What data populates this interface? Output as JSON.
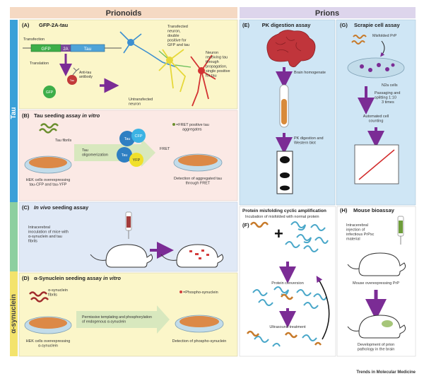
{
  "headers": {
    "prionoids": "Prionoids",
    "prions": "Prions"
  },
  "side_labels": {
    "tau": "Tau",
    "alpha_synuclein": "α-synuclein"
  },
  "panel_a": {
    "letter": "(A)",
    "title": "GFP-2A-tau",
    "transfection": "Transfection",
    "gene_gfp": "GFP",
    "gene_2a": "2A",
    "gene_tau": "Tau",
    "translation": "Translation",
    "anti_tau": "Anti-tau",
    "antibody": "antibody",
    "protein_gfp": "GFP",
    "protein_tau": "Tau",
    "transfected_lines": [
      "Transfected",
      "neuron,",
      "double",
      "positive for",
      "GFP and tau"
    ],
    "receiving_lines": [
      "Neuron",
      "receiving tau",
      "through",
      "propagation,",
      "single positive",
      "for tau"
    ],
    "untransfected_lines": [
      "Untransfected",
      "neuron"
    ]
  },
  "panel_b": {
    "letter": "(B)",
    "title": "Tau seeding assay",
    "title_italic": "in vitro",
    "tau_fibrils": "Tau fibrils",
    "hek_lines": [
      "HEK cells overexpressing",
      "tau-CFP and tau-YFP"
    ],
    "oligo_lines": [
      "Tau",
      "oligomerization"
    ],
    "ball_tau1": "Tau",
    "ball_cfp": "CFP",
    "ball_tau2": "Tau",
    "ball_yfp": "YFP",
    "fret": "FRET",
    "legend_lines": [
      "=FRET positive tau",
      "aggregates"
    ],
    "detection_lines": [
      "Detection of aggregated tau",
      "through FRET"
    ]
  },
  "panel_c": {
    "letter": "(C)",
    "title_italic": "In vivo",
    "title": "seeding assay",
    "text_lines": [
      "Intracerebral",
      "inoculation of mice with",
      "α-synuclein and tau",
      "fibrils"
    ]
  },
  "panel_d": {
    "letter": "(D)",
    "title": "α-Synuclein seeding assay",
    "title_italic": "in vitro",
    "fibrils_lines": [
      "α-synuclein",
      "fibrils"
    ],
    "permissive_lines": [
      "Permissive templating and phosphorylation",
      "of endogenous α-synuclein"
    ],
    "legend": "=Phospho-synuclein",
    "hek_lines": [
      "HEK cells overexpressing",
      "α-synuclein"
    ],
    "detection": "Detection of phospho-synuclein"
  },
  "panel_e": {
    "letter": "(E)",
    "title": "PK digestion assay",
    "homogenate": "Brain homogenate",
    "pk_lines": [
      "PK digestion and",
      "Western blot"
    ]
  },
  "panel_f": {
    "letter": "(F)",
    "title": "Protein misfolding cyclic amplification",
    "subtitle": "Incubation of misfolded with normal protein",
    "conversion": "Protein conversion",
    "ultrasound": "Ultrasound treatment"
  },
  "panel_g": {
    "letter": "(G)",
    "title": "Scrapie cell assay",
    "misfolded": "Misfolded PrP",
    "n2a": "N2a cells",
    "passaging_lines": [
      "Passaging and",
      "splitting 1:10",
      "3 times"
    ],
    "counting_lines": [
      "Automated cell",
      "counting"
    ]
  },
  "panel_h": {
    "letter": "(H)",
    "title": "Mouse bioassay",
    "injection_lines": [
      "Intracerebral",
      "injection of",
      "infectious PrPsc",
      "material"
    ],
    "mouse_lines": [
      "Mouse overexpressing PrP"
    ],
    "dev_lines": [
      "Development of prion",
      "pathology in the brain"
    ]
  },
  "footer": "Trends in Molecular Medicine",
  "colors": {
    "header_left": "#f5d9c3",
    "header_right": "#ddd5ec",
    "tau_bar": "#3aa0d8",
    "syn_bar": "#f3e36c",
    "green_bar": "#8dcfa0",
    "panel_a": "#fbf6c9",
    "panel_b": "#fbe9e5",
    "panel_c": "#e0e9f6",
    "panel_d": "#fbf6c9",
    "panel_e": "#cfe6f5",
    "panel_g": "#cfe6f5",
    "arrow": "#7b2c95",
    "tau_ball": "#2f7fc2",
    "cfp_ball": "#3cb3e4",
    "yfp_ball": "#f0e02a"
  }
}
